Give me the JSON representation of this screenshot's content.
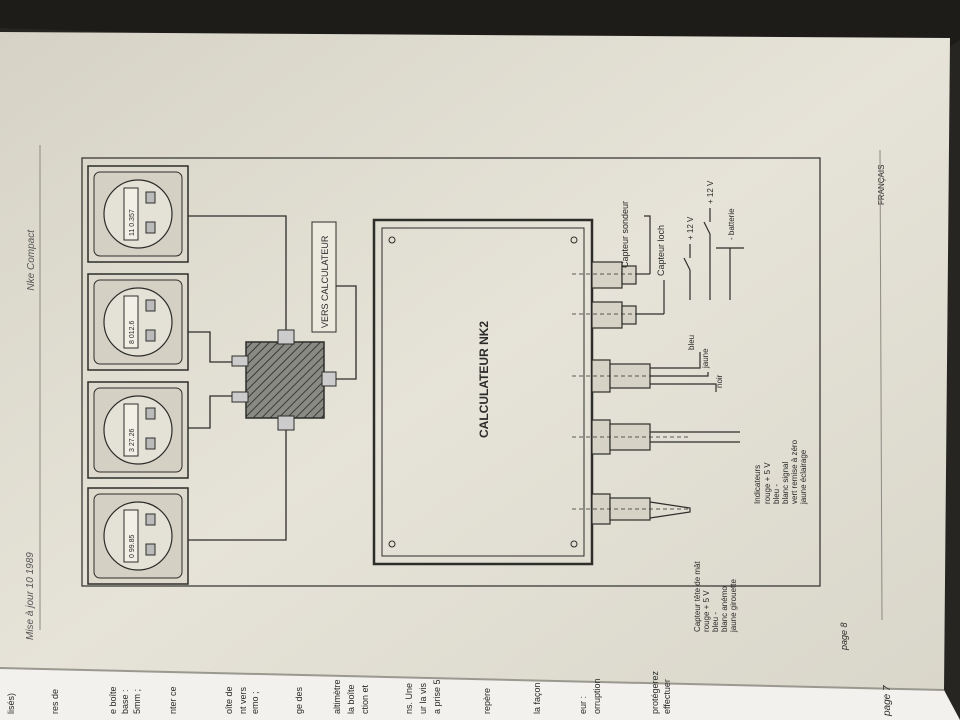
{
  "header": {
    "title": "Mise à jour 10 1989",
    "brand": "Nke Compact"
  },
  "footer": {
    "page_left": "page 8",
    "language": "FRANÇAIS",
    "page_right": "page 7"
  },
  "displays": [
    {
      "reading": "0  99.85"
    },
    {
      "reading": "3  27.26"
    },
    {
      "reading": "8  012.6"
    },
    {
      "reading": "11  0.357"
    }
  ],
  "junction_label": "VERS CALCULATEUR",
  "calculator_label": "CALCULATEUR NK2",
  "sensors": {
    "sondeur": "Capteur sondeur",
    "loch": "Capteur loch"
  },
  "power": {
    "plus1": "+ 12 V",
    "plus2": "+ 12 V",
    "battery": "- batterie"
  },
  "wires_center": {
    "bleu": "bleu",
    "jaune": "jaune",
    "noir": "noir"
  },
  "indicateurs": {
    "title": "Indicateurs",
    "lines": [
      "rouge    + 5 V",
      "bleu        -",
      "blanc       signal",
      "vert         remise à zéro",
      "jaune     éclairage"
    ]
  },
  "mat": {
    "title": "Capteur tête de mât",
    "lines": [
      "rouge   + 5 V",
      "bleu       -",
      "blanc     anémo",
      "jaune     girouette"
    ]
  },
  "left_page_fragments": [
    "lisés)",
    "res de",
    "e boîte",
    "base :",
    "5mm ;",
    "nter ce",
    "oîte de",
    "nt vers",
    "emo ;",
    "ge des",
    "altimètre",
    "la boîte",
    "ction et",
    "ns. Une",
    "ur la vis",
    "a prise 5",
    "repère",
    "la façon",
    "eur :",
    "orruption",
    "protégerez",
    "effectuer"
  ]
}
